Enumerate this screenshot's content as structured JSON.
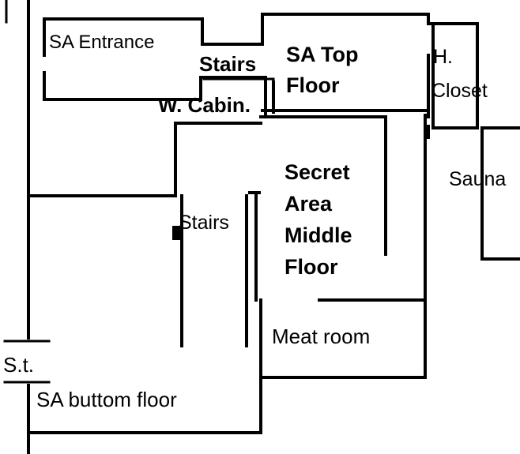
{
  "diagram": {
    "rooms": {
      "sa_entrance": "SA Entrance",
      "stairs_top": "Stairs",
      "sa_top_floor_1": "SA Top",
      "sa_top_floor_2": "Floor",
      "h_closet_1": "H.",
      "h_closet_2": "Closet",
      "w_cabin": "W. Cabin.",
      "sauna": "Sauna",
      "secret_1": "Secret",
      "secret_2": "Area",
      "secret_3": "Middle",
      "secret_4": "Floor",
      "stairs_mid": "Stairs",
      "meat_room": "Meat room",
      "st": "S.t.",
      "sa_bottom": "SA buttom floor"
    },
    "colors": {
      "line": "#000000",
      "background": "#ffffff"
    }
  }
}
